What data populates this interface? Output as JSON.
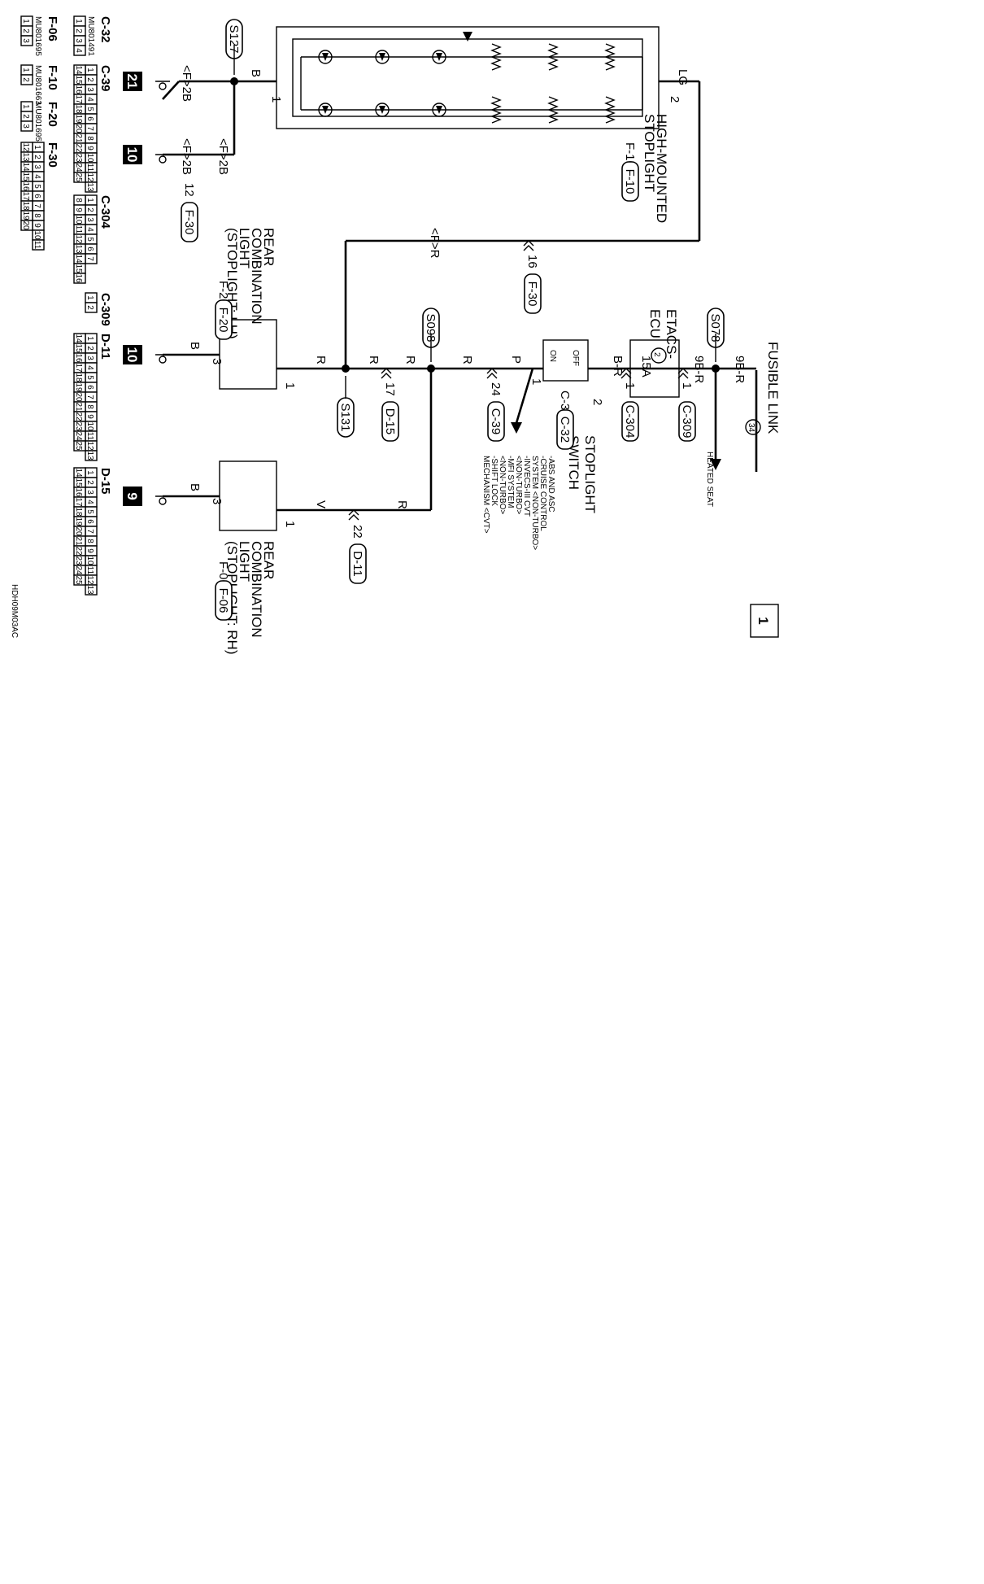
{
  "diagram_id": "HDH09M03AC",
  "page_number": "1",
  "fusible_link": {
    "label": "FUSIBLE LINK",
    "number": "34"
  },
  "heated_seat": "HEATED SEAT",
  "etacs": {
    "label1": "ETACS-",
    "label2": "ECU",
    "fuse_number": "2",
    "fuse_rating": "15A",
    "pin_in": "1",
    "pin_out": "1",
    "conn_in": "C-309",
    "conn_out": "C-304"
  },
  "stoplight_switch": {
    "label1": "STOPLIGHT",
    "label2": "SWITCH",
    "connector": "C-32",
    "pin_in": "2",
    "pin_out": "1",
    "state_off": "OFF",
    "state_on": "ON"
  },
  "high_mounted": {
    "label1": "HIGH-MOUNTED",
    "label2": "STOPLIGHT",
    "connector": "F-10",
    "pin_left": "1",
    "pin_right": "2"
  },
  "rear_lh": {
    "label1": "REAR",
    "label2": "COMBINATION",
    "label3": "LIGHT",
    "label4": "(STOPLIGHT: LH)",
    "connector": "F-20",
    "pin1": "1",
    "pin3": "3"
  },
  "rear_rh": {
    "label1": "REAR",
    "label2": "COMBINATION",
    "label3": "LIGHT",
    "label4": "(STOPLIGHT: RH)",
    "connector": "F-06",
    "pin1": "1",
    "pin3": "3"
  },
  "splices": {
    "s078": "S078",
    "s098": "S098",
    "s127": "S127",
    "s131": "S131"
  },
  "wire_colors": {
    "nineb_r": "9B-R",
    "b_r": "B-R",
    "p": "P",
    "r": "R",
    "lg": "LG",
    "b": "B",
    "v": "V"
  },
  "harness_marks": {
    "f_r": "<F>R",
    "f_2b": "<F>2B"
  },
  "connectors": {
    "c39": {
      "pin": "24",
      "label": "C-39"
    },
    "d15": {
      "pin": "17",
      "label": "D-15"
    },
    "d11": {
      "pin": "22",
      "label": "D-11"
    },
    "f30a": {
      "pin": "16",
      "label": "F-30"
    },
    "f30b": {
      "pin": "12",
      "label": "F-30"
    }
  },
  "grounds": {
    "g21": "21",
    "g10a": "10",
    "g10b": "10",
    "g9": "9"
  },
  "systems": [
    "-ABS AND ASC",
    "-CRUISE CONTROL",
    " SYSTEM <NON-TURBO>",
    "-INVECS-III CVT",
    " <NON-TURBO>",
    "-MFI SYSTEM",
    " <NON-TURBO>",
    "-SHIFT LOCK",
    " MECHANISM <CVT>"
  ],
  "legend": {
    "c32": {
      "name": "C-32",
      "code": "MU801491",
      "pins": [
        "1",
        "2",
        "3",
        "4"
      ]
    },
    "c39": {
      "name": "C-39",
      "row1": [
        "1",
        "2",
        "3",
        "4",
        "5",
        "6",
        "7",
        "8",
        "9",
        "10",
        "11",
        "12",
        "13"
      ],
      "row2": [
        "14",
        "15",
        "16",
        "17",
        "18",
        "19",
        "20",
        "21",
        "22",
        "23",
        "24",
        "25"
      ]
    },
    "c304": {
      "name": "C-304",
      "row1": [
        "1",
        "2",
        "3",
        "4",
        "5",
        "6",
        "7"
      ],
      "row2": [
        "8",
        "9",
        "10",
        "11",
        "12",
        "13",
        "14",
        "15",
        "16"
      ]
    },
    "c309": {
      "name": "C-309",
      "pins": [
        "1",
        "2"
      ]
    },
    "d11": {
      "name": "D-11",
      "row1": [
        "1",
        "2",
        "3",
        "4",
        "5",
        "6",
        "7",
        "8",
        "9",
        "10",
        "11",
        "12",
        "13"
      ],
      "row2": [
        "14",
        "15",
        "16",
        "17",
        "18",
        "19",
        "20",
        "21",
        "22",
        "23",
        "24",
        "25"
      ]
    },
    "d15": {
      "name": "D-15",
      "row1": [
        "1",
        "2",
        "3",
        "4",
        "5",
        "6",
        "7",
        "8",
        "9",
        "10",
        "11",
        "12",
        "13"
      ],
      "row2": [
        "14",
        "15",
        "16",
        "17",
        "18",
        "19",
        "20",
        "21",
        "22",
        "23",
        "24",
        "25"
      ]
    },
    "f06": {
      "name": "F-06",
      "code": "MU801695",
      "pins": [
        "1",
        "2",
        "3"
      ]
    },
    "f10": {
      "name": "F-10",
      "code": "MU801663",
      "pins": [
        "1",
        "2"
      ]
    },
    "f20": {
      "name": "F-20",
      "code": "MU801695",
      "pins": [
        "1",
        "2",
        "3"
      ]
    },
    "f30": {
      "name": "F-30",
      "row1": [
        "1",
        "2",
        "3",
        "4",
        "5",
        "6",
        "7",
        "8",
        "9",
        "10",
        "11"
      ],
      "row2": [
        "12",
        "13",
        "14",
        "15",
        "16",
        "17",
        "18",
        "19",
        "20"
      ]
    }
  }
}
